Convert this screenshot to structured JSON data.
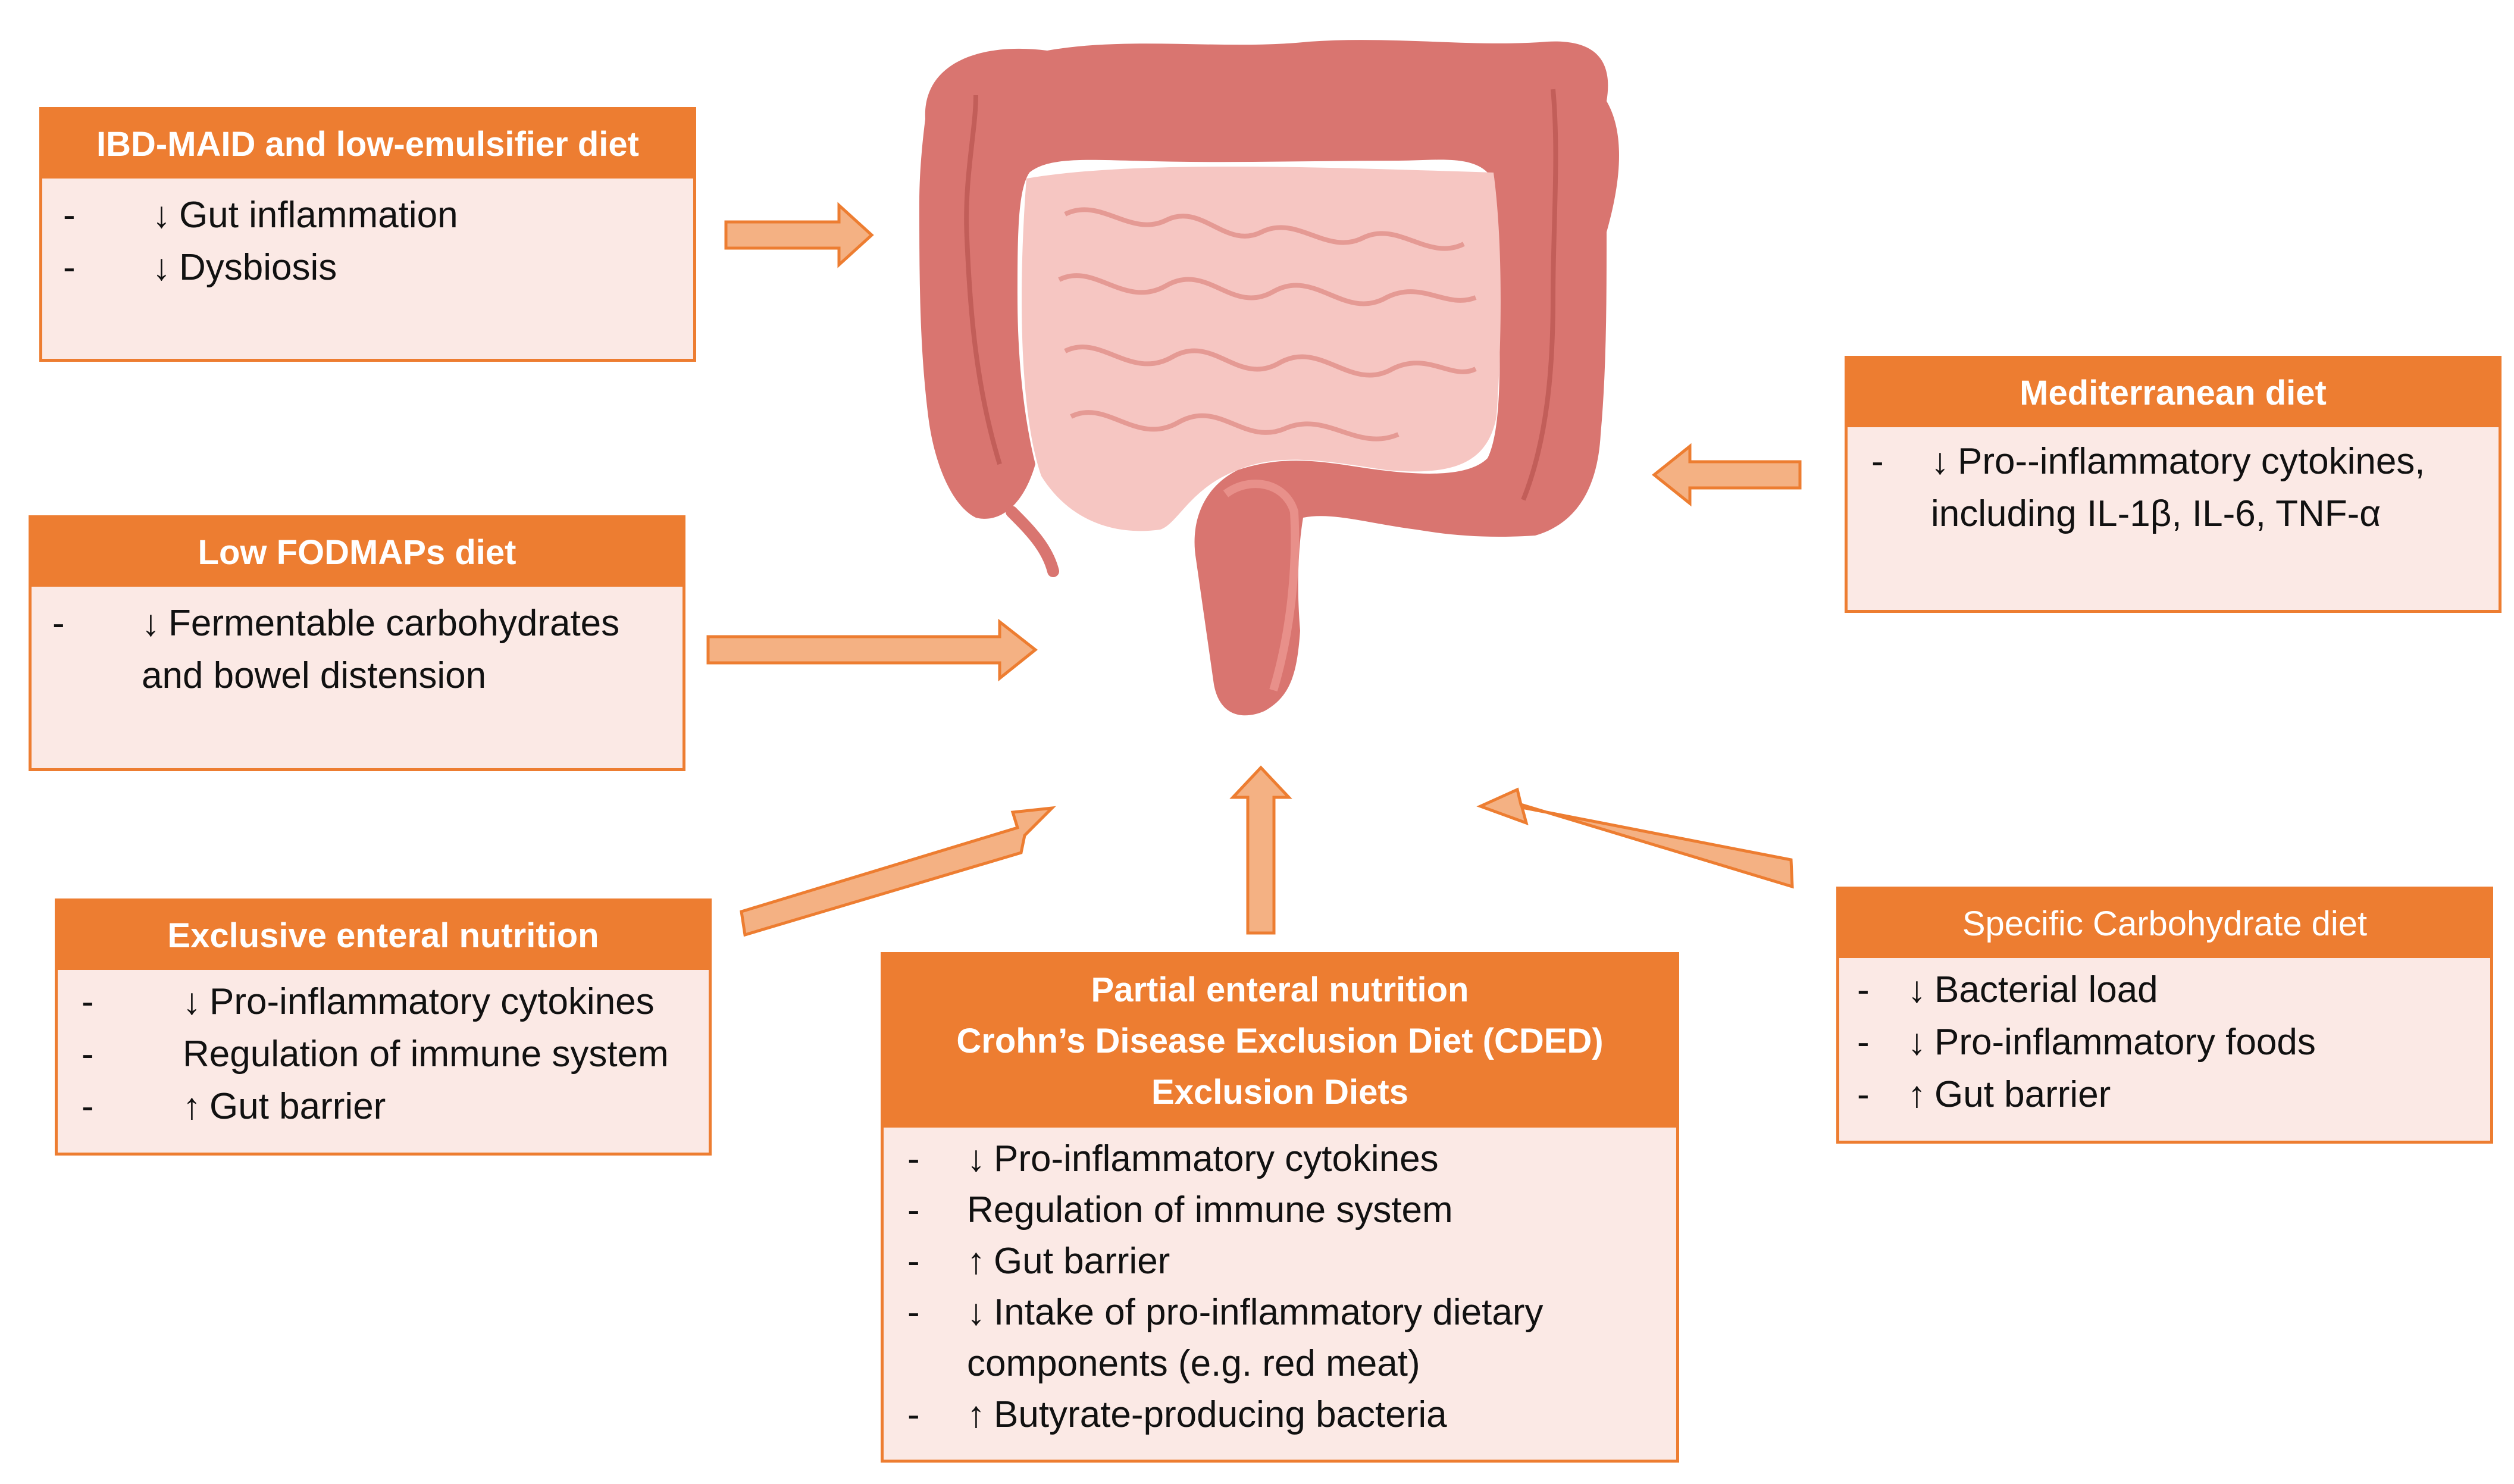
{
  "diagram": {
    "boxes": [
      {
        "id": "ibd",
        "title_lines": [
          "IBD-MAID and low-emulsifier diet"
        ],
        "items": [
          {
            "arrow": "↓",
            "text": "Gut inflammation"
          },
          {
            "arrow": "↓",
            "text": "Dysbiosis"
          }
        ]
      },
      {
        "id": "fodmap",
        "title_lines": [
          "Low FODMAPs diet"
        ],
        "items": [
          {
            "arrow": "↓",
            "text": "Fermentable carbohydrates",
            "cont": "and bowel distension"
          }
        ]
      },
      {
        "id": "een",
        "title_lines": [
          "Exclusive enteral nutrition"
        ],
        "items": [
          {
            "arrow": "↓",
            "text": "Pro-inflammatory cytokines"
          },
          {
            "arrow": "",
            "text": "Regulation of immune system"
          },
          {
            "arrow": "↑",
            "text": "Gut barrier"
          }
        ]
      },
      {
        "id": "pen",
        "title_lines": [
          "Partial enteral nutrition",
          "Crohn’s Disease Exclusion Diet (CDED)",
          "Exclusion Diets"
        ],
        "items": [
          {
            "arrow": "↓",
            "text": "Pro-inflammatory cytokines"
          },
          {
            "arrow": "",
            "text": "Regulation of immune system"
          },
          {
            "arrow": "↑",
            "text": "Gut barrier"
          },
          {
            "arrow": "↓",
            "text": "Intake of pro-inflammatory dietary",
            "cont": "components (e.g. red meat)"
          },
          {
            "arrow": "↑",
            "text": "Butyrate-producing bacteria"
          }
        ]
      },
      {
        "id": "med",
        "title_lines": [
          "Mediterranean diet"
        ],
        "items": [
          {
            "arrow": "↓",
            "text": "Pro--inflammatory cytokines,",
            "cont": "including IL-1β, IL-6, TNF-α"
          }
        ]
      },
      {
        "id": "scd",
        "title_lines": [
          "Specific Carbohydrate diet"
        ],
        "items": [
          {
            "arrow": "↓",
            "text": "Bacterial load"
          },
          {
            "arrow": "↓",
            "text": "Pro-inflammatory foods"
          },
          {
            "arrow": "↑",
            "text": "Gut barrier"
          }
        ]
      }
    ],
    "dash": "-",
    "colors": {
      "header": "#ed7d31",
      "box_fill": "#fbe9e5",
      "arrow_fill": "#f4b183",
      "arrow_stroke": "#ed7d31",
      "colon_outer": "#d97570",
      "colon_inner": "#f6c6c2"
    }
  }
}
